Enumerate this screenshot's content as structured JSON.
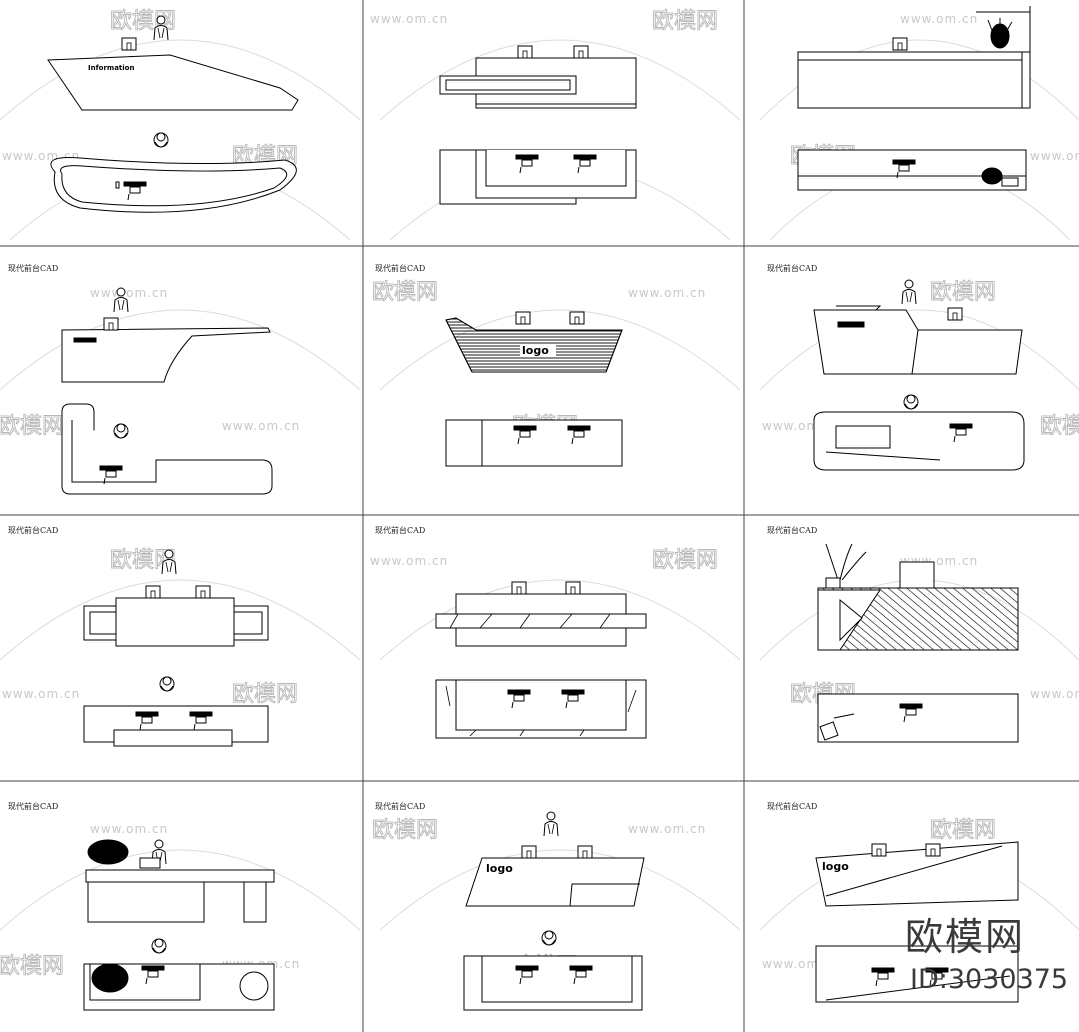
{
  "sheet": {
    "cell_label": "现代前台CAD",
    "watermark_brand": "欧模网",
    "watermark_url": "www.om.cn",
    "stamp_brand": "欧模网",
    "stamp_id": "ID:3030375"
  },
  "desks": [
    {
      "id": 1,
      "label": "",
      "desk_text": "Information"
    },
    {
      "id": 2,
      "label": "",
      "desk_text": ""
    },
    {
      "id": 3,
      "label": "",
      "desk_text": ""
    },
    {
      "id": 4,
      "label": "现代前台CAD",
      "desk_text": ""
    },
    {
      "id": 5,
      "label": "现代前台CAD",
      "desk_text": "logo"
    },
    {
      "id": 6,
      "label": "现代前台CAD",
      "desk_text": ""
    },
    {
      "id": 7,
      "label": "现代前台CAD",
      "desk_text": ""
    },
    {
      "id": 8,
      "label": "现代前台CAD",
      "desk_text": ""
    },
    {
      "id": 9,
      "label": "现代前台CAD",
      "desk_text": ""
    },
    {
      "id": 10,
      "label": "现代前台CAD",
      "desk_text": ""
    },
    {
      "id": 11,
      "label": "现代前台CAD",
      "desk_text": "logo"
    },
    {
      "id": 12,
      "label": "现代前台CAD",
      "desk_text": "logo"
    }
  ],
  "colors": {
    "line": "#000000",
    "grid": "#444444",
    "watermark": "#b8b8b8"
  }
}
